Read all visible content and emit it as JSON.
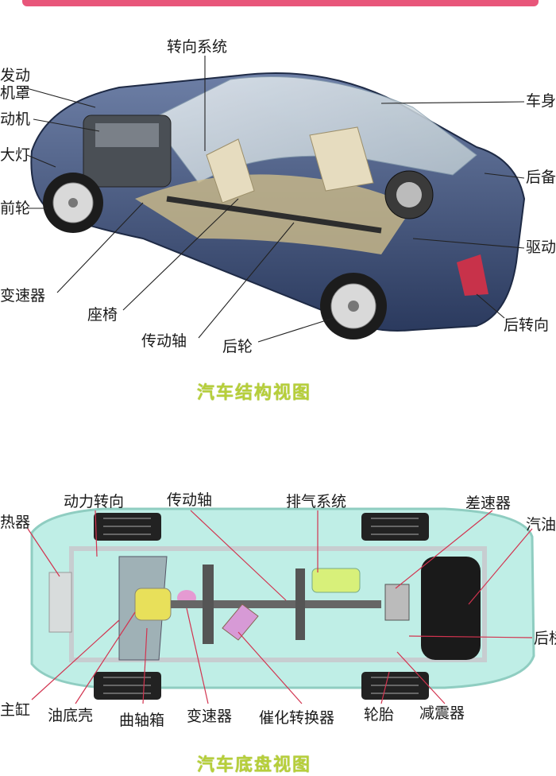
{
  "top_section": {
    "labels": {
      "engine_hood": "发动\n机罩",
      "engine": "动机",
      "headlight": "大灯",
      "front_wheel": "前轮",
      "transmission": "变速器",
      "seat": "座椅",
      "drive_shaft": "传动轴",
      "rear_wheel": "后轮",
      "steering_system": "转向系统",
      "body": "车身",
      "trunk": "后备",
      "drive": "驱动",
      "rear_steering": "后转向"
    },
    "caption": "汽车结构视图"
  },
  "bottom_section": {
    "labels": {
      "radiator": "热器",
      "power_steering": "动力转向",
      "drive_shaft": "传动轴",
      "exhaust_system": "排气系统",
      "differential": "差速器",
      "fuel_tank": "汽油",
      "rear_axle": "后桥",
      "master_cylinder": "主缸",
      "oil_pan": "油底壳",
      "crankcase": "曲轴箱",
      "transmission": "变速器",
      "catalytic_converter": "催化转换器",
      "tire": "轮胎",
      "shock_absorber": "减震器"
    },
    "caption": "汽车底盘视图"
  },
  "colors": {
    "body_blue": "#3d4f78",
    "chassis_cyan": "#a8e3d8",
    "caption_green": "#b7cf3a",
    "header_pink": "#e8567a"
  }
}
